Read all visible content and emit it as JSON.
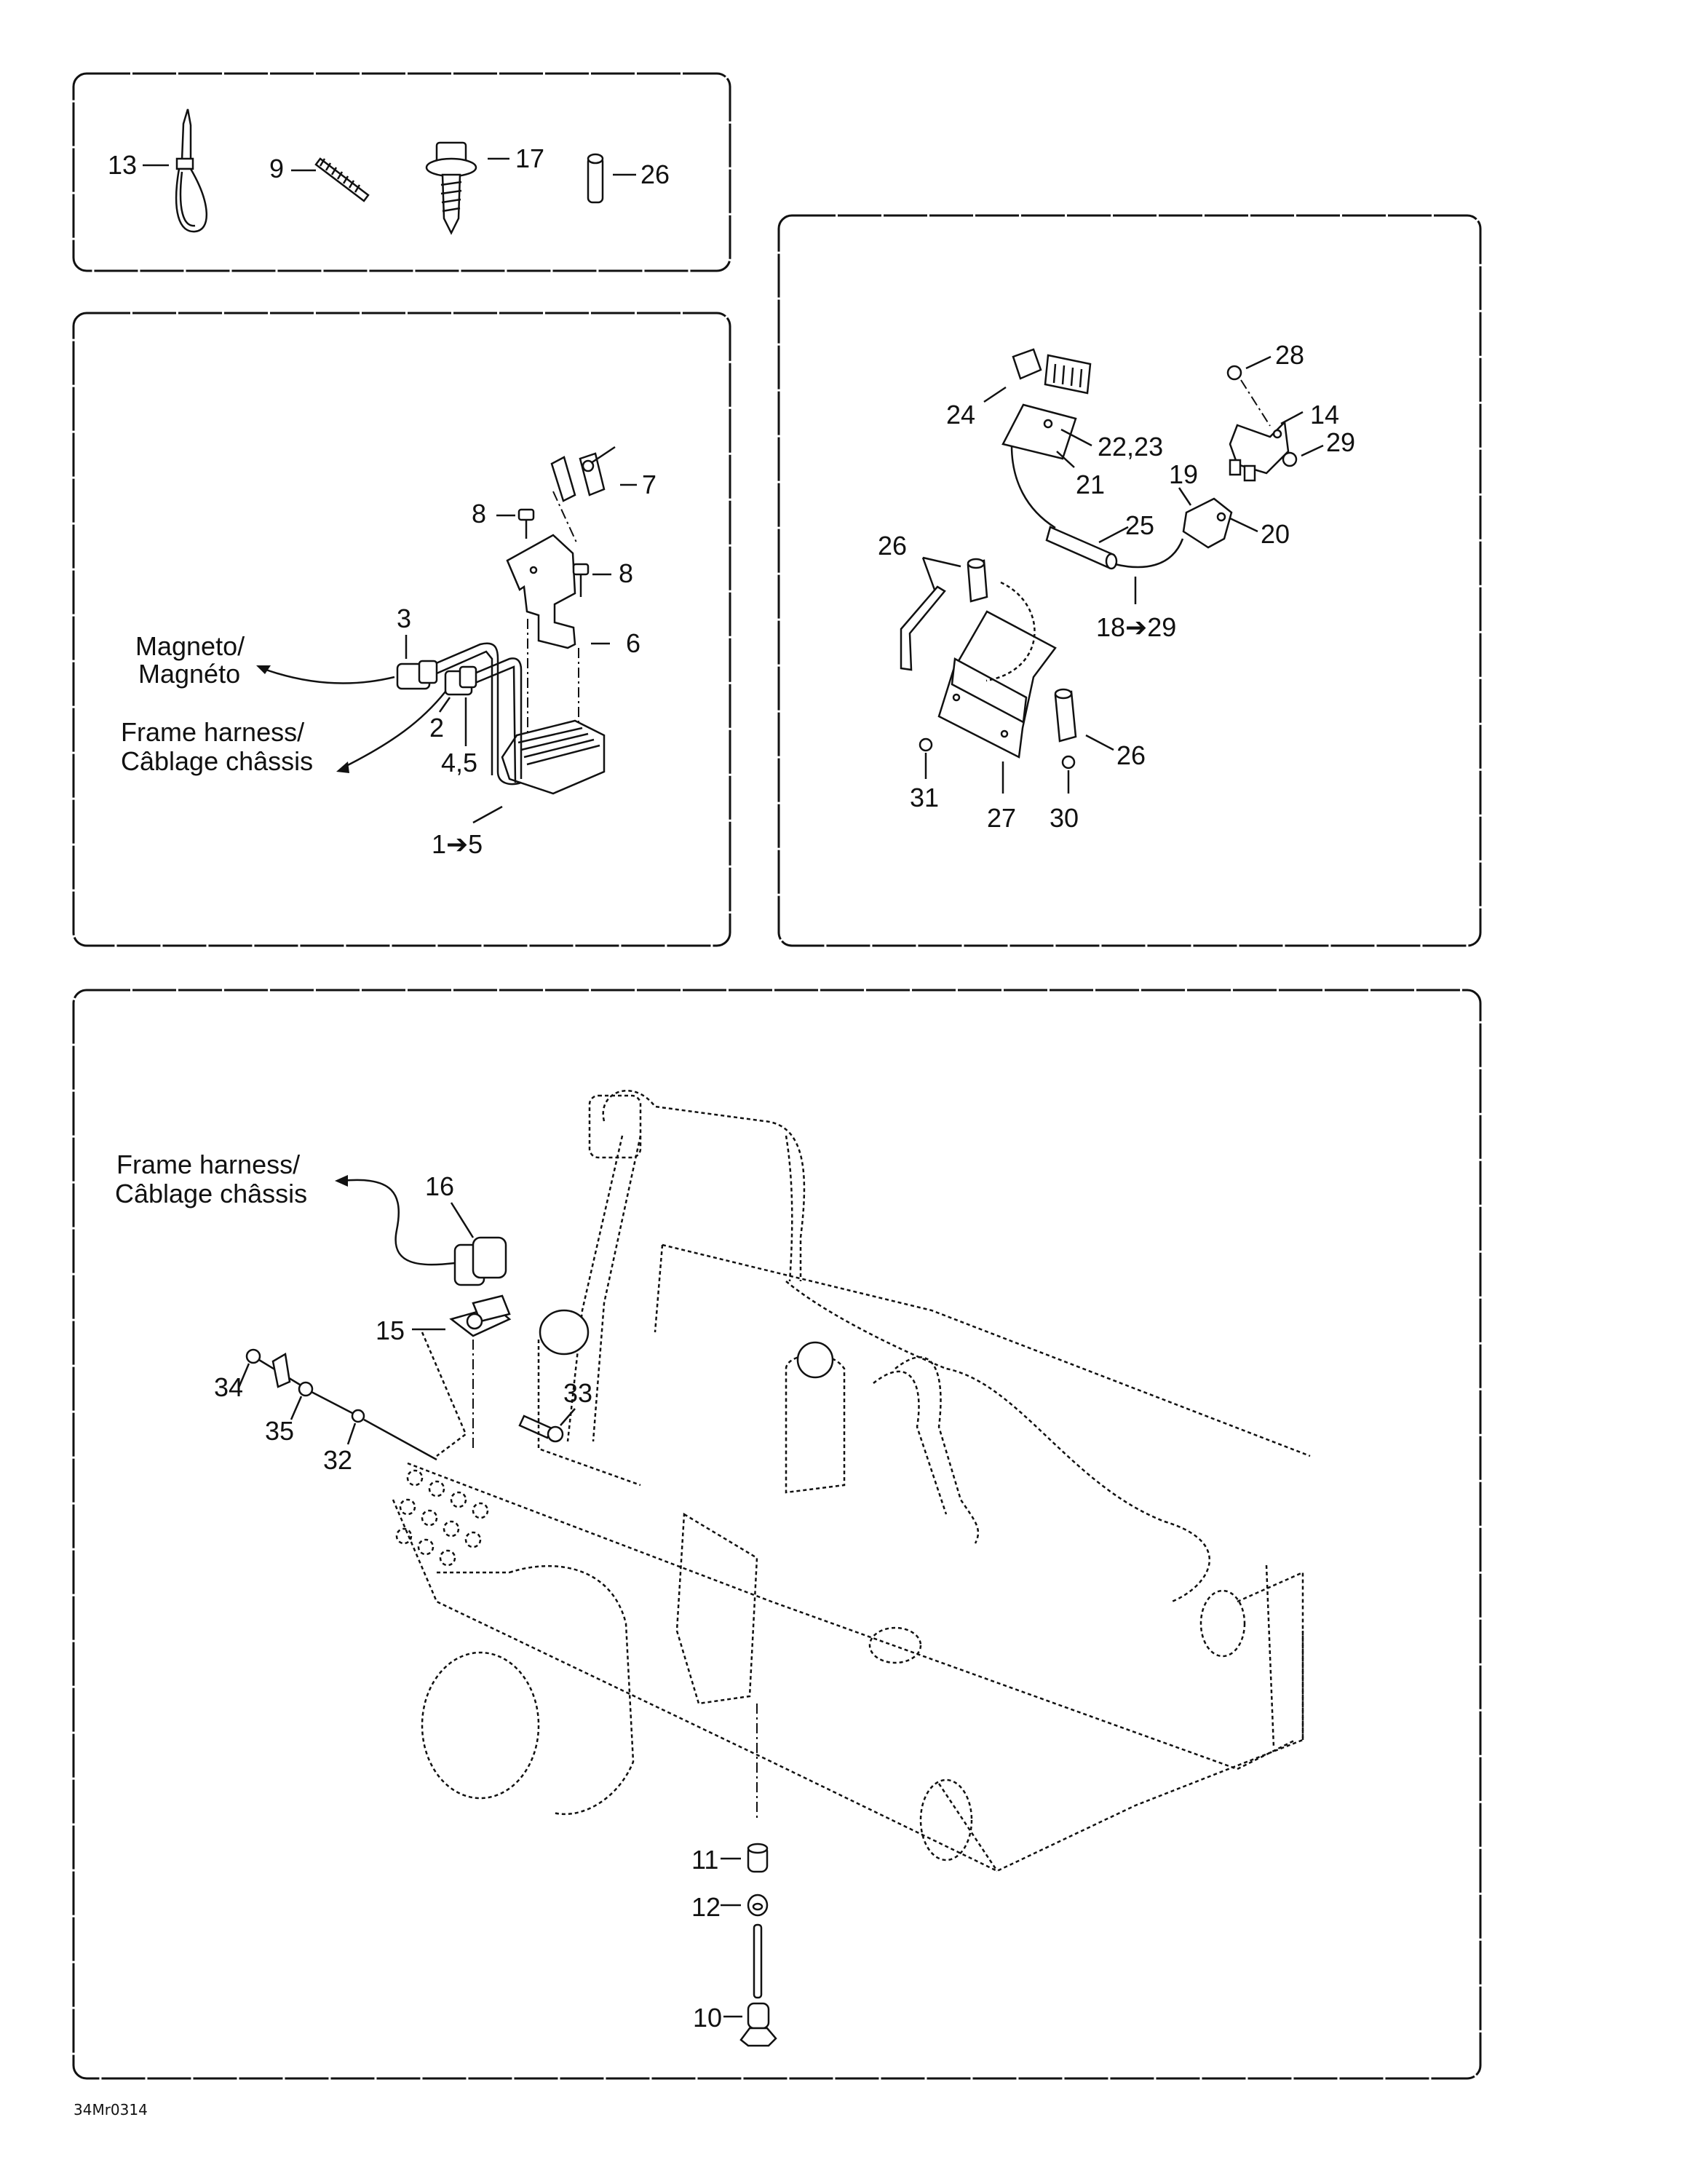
{
  "diagram": {
    "type": "exploded parts diagram",
    "figure_code": "34Mr0314",
    "panels": [
      {
        "id": "hardware",
        "callouts": [
          "13",
          "9",
          "17",
          "26"
        ]
      },
      {
        "id": "voltage-regulator",
        "callouts": [
          "8",
          "7",
          "8",
          "6",
          "3",
          "2",
          "4,5",
          "1→5"
        ],
        "notes": [
          "Magneto/\nMagnéto",
          "Frame harness/\nCâblage châssis"
        ]
      },
      {
        "id": "fuse-relay-harness",
        "callouts": [
          "28",
          "24",
          "14",
          "22,23",
          "29",
          "21",
          "19",
          "25",
          "20",
          "26",
          "18→29",
          "26",
          "31",
          "27",
          "30"
        ]
      },
      {
        "id": "frame-assembly",
        "callouts": [
          "16",
          "15",
          "34",
          "35",
          "32",
          "33",
          "11",
          "12",
          "10"
        ],
        "notes": [
          "Frame harness/\nCâblage châssis"
        ]
      }
    ]
  },
  "labels": {
    "p1": {
      "c13": "13",
      "c9": "9",
      "c17": "17",
      "c26": "26"
    },
    "p2": {
      "c8a": "8",
      "c7": "7",
      "c8b": "8",
      "c6": "6",
      "c3": "3",
      "c2": "2",
      "c45": "4,5",
      "c15": "1➔5",
      "magneto_en": "Magneto/",
      "magneto_fr": "Magnéto",
      "harness_en": "Frame harness/",
      "harness_fr": "Câblage châssis"
    },
    "p3": {
      "c28": "28",
      "c24": "24",
      "c14": "14",
      "c2223": "22,23",
      "c29": "29",
      "c21": "21",
      "c19": "19",
      "c25": "25",
      "c20": "20",
      "c26a": "26",
      "c1829": "18➔29",
      "c26b": "26",
      "c31": "31",
      "c27": "27",
      "c30": "30"
    },
    "p4": {
      "harness_en": "Frame harness/",
      "harness_fr": "Câblage châssis",
      "c16": "16",
      "c15": "15",
      "c34": "34",
      "c35": "35",
      "c32": "32",
      "c33": "33",
      "c11": "11",
      "c12": "12",
      "c10": "10"
    }
  },
  "footer": {
    "figure_code": "34Mr0314"
  }
}
